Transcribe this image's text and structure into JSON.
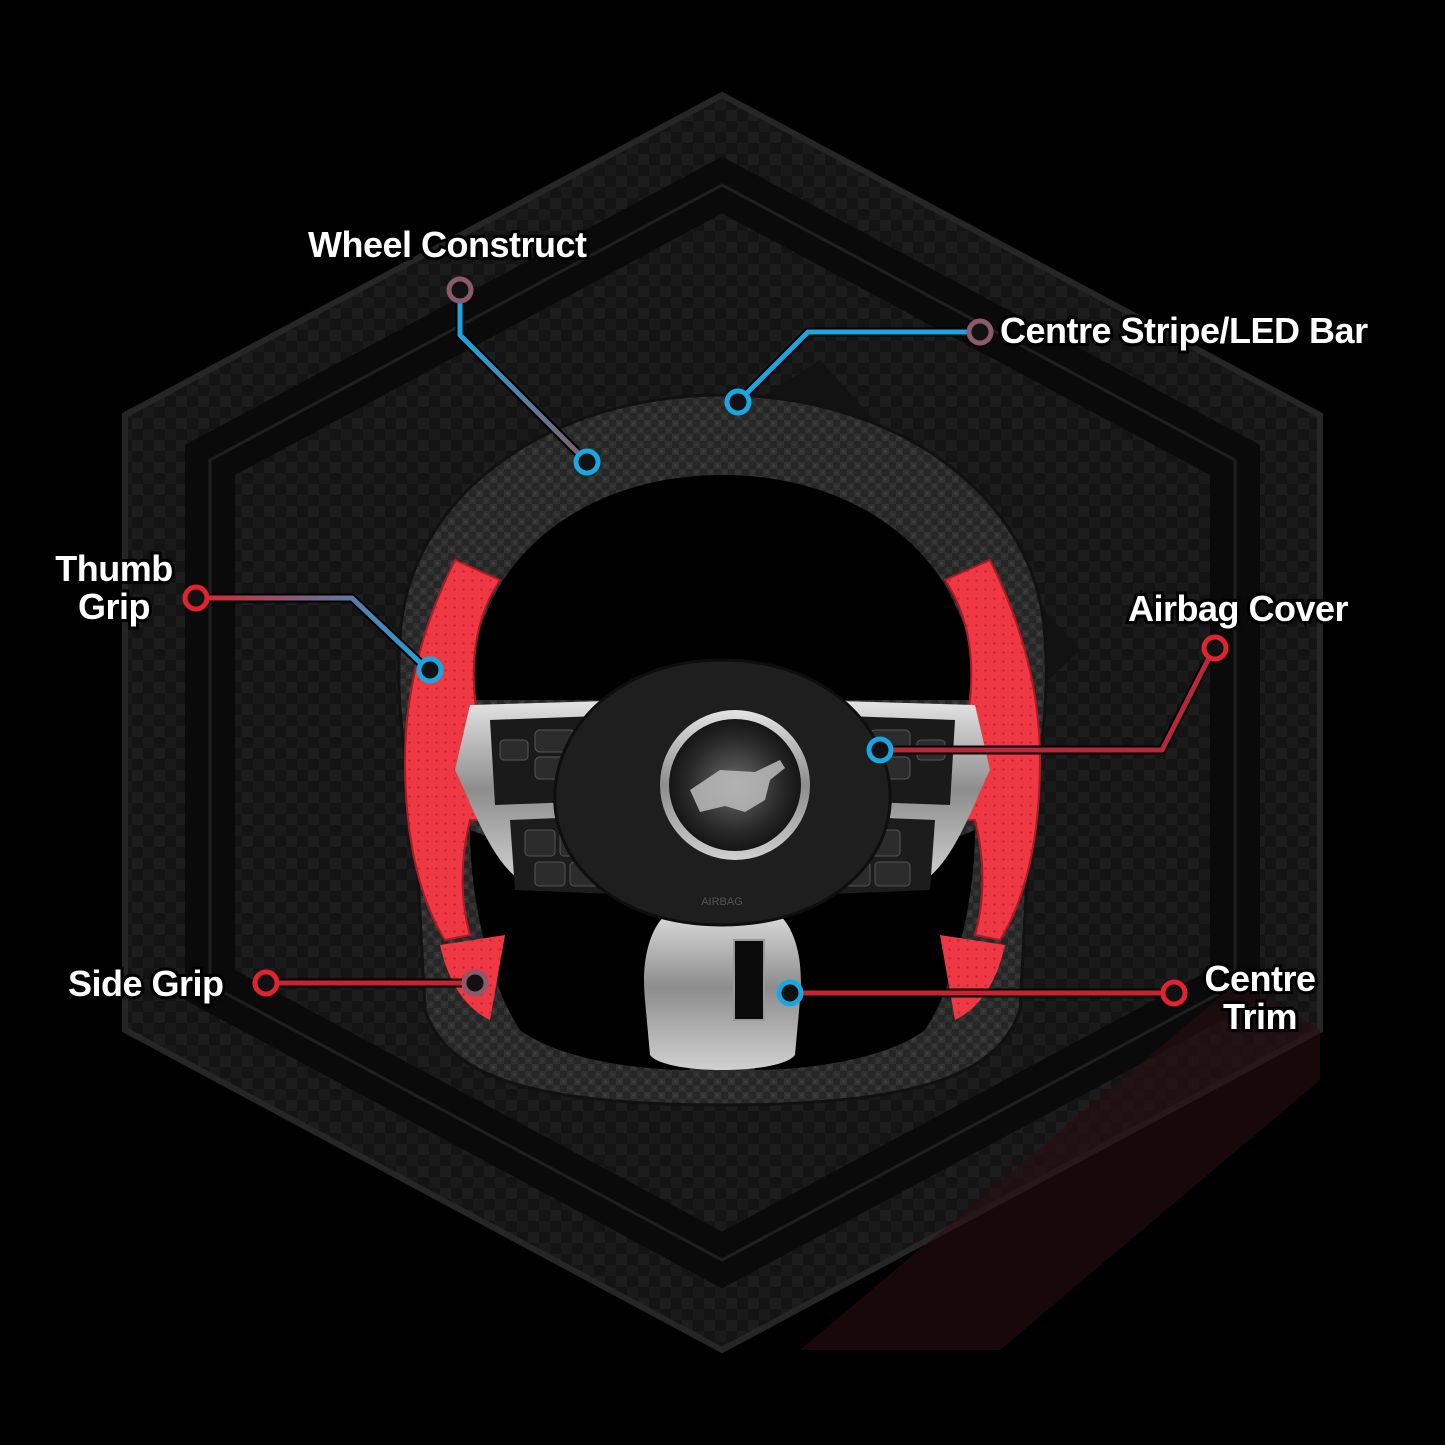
{
  "colors": {
    "background": "#000000",
    "hexagon": "#1b1b1b",
    "carbon": "#2a2a2a",
    "leather_red": "#ef3a45",
    "callout_blue": "#1aa6e0",
    "callout_red": "#e0232d",
    "callout_mauve": "#8a5a6a",
    "label_text": "#ffffff"
  },
  "labels": {
    "wheel_construct": "Wheel Construct",
    "centre_stripe": "Centre Stripe/LED Bar",
    "thumb_grip_line1": "Thumb",
    "thumb_grip_line2": "Grip",
    "airbag_cover": "Airbag Cover",
    "side_grip": "Side Grip",
    "centre_trim_line1": "Centre",
    "centre_trim_line2": "Trim"
  },
  "icons": {
    "emblem": "pony-emblem-icon"
  }
}
